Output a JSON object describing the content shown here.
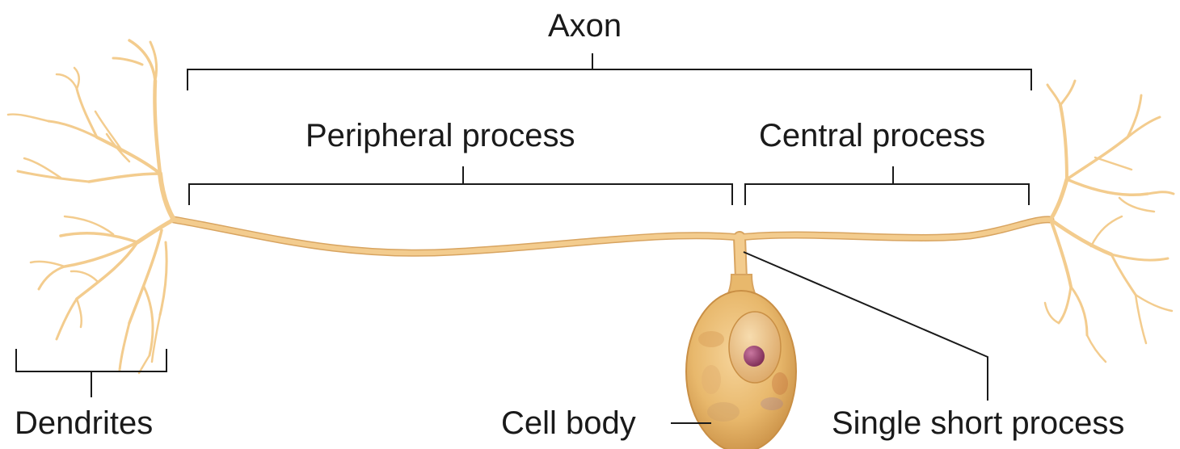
{
  "labels": {
    "axon": "Axon",
    "peripheral_process": "Peripheral process",
    "central_process": "Central process",
    "dendrites": "Dendrites",
    "cell_body": "Cell body",
    "single_short_process": "Single short process"
  },
  "colors": {
    "neuron_fill": "#f3cc8e",
    "neuron_edge": "#d8a460",
    "cell_body_fill": "#e6b46a",
    "nucleus_fill": "#f0c98e",
    "nucleolus_fill": "#a0456f",
    "leader_line": "#1a1a1a"
  }
}
